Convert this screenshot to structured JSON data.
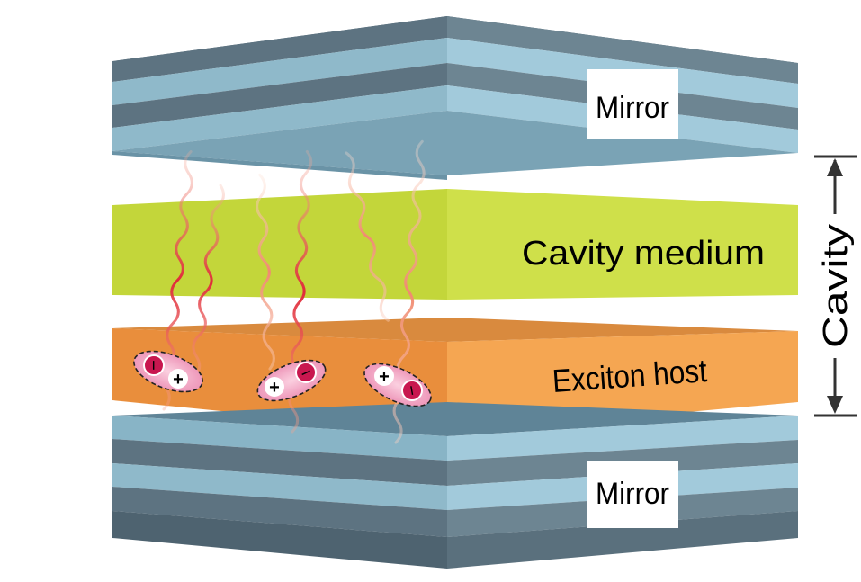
{
  "labels": {
    "top_mirror": "Mirror",
    "bottom_mirror": "Mirror",
    "cavity_medium": "Cavity medium",
    "exciton_host": "Exciton host",
    "cavity": "Cavity"
  },
  "exciton_pairs": [
    {
      "electron_sign": "−",
      "hole_sign": "+"
    },
    {
      "electron_sign": "−",
      "hole_sign": "+"
    },
    {
      "electron_sign": "−",
      "hole_sign": "+"
    }
  ],
  "colors": {
    "mirror_dark": "#5c7280",
    "mirror_light": "#93c2d3",
    "cavity_medium": "#c6d93d",
    "exciton_host": "#f09b45",
    "electron": "#c8174f",
    "hole": "#ffffff",
    "exciton_halo": "#f3b1cb",
    "photon": "#e24b4b"
  }
}
